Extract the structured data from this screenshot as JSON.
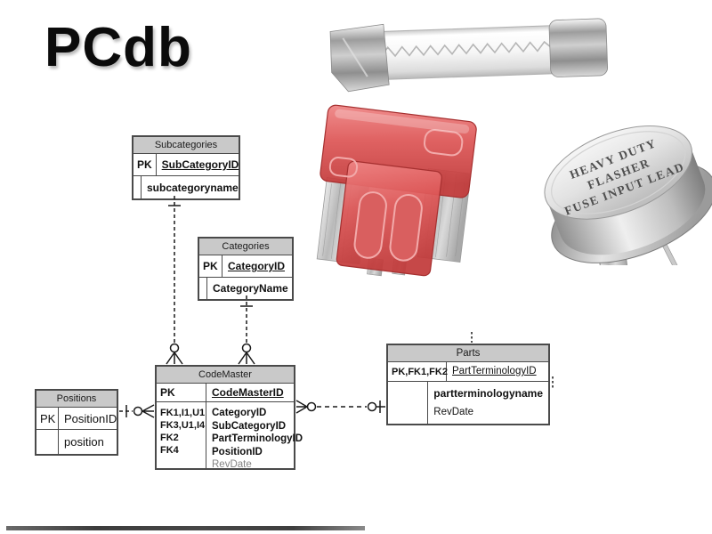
{
  "title": "PCdb",
  "diagram": {
    "subcategories": {
      "name": "Subcategories",
      "pk_label": "PK",
      "pk_field": "SubCategoryID",
      "field2": "subcategoryname"
    },
    "categories": {
      "name": "Categories",
      "pk_label": "PK",
      "pk_field": "CategoryID",
      "field2": "CategoryName"
    },
    "codemaster": {
      "name": "CodeMaster",
      "pk_label": "PK",
      "pk_field": "CodeMasterID",
      "keys": [
        "FK1,I1,U1",
        "FK3,U1,I4",
        "FK2",
        "FK4"
      ],
      "fields": [
        "CategoryID",
        "SubCategoryID",
        "PartTerminologyID",
        "PositionID"
      ],
      "muted_field": "RevDate"
    },
    "positions": {
      "name": "Positions",
      "pk_label": "PK",
      "pk_field": "PositionID",
      "field2": "position"
    },
    "parts": {
      "name": "Parts",
      "pk_label": "PK,FK1,FK2",
      "pk_field": "PartTerminologyID",
      "field2": "partterminologyname",
      "field3": "RevDate"
    }
  },
  "photos": {
    "glass_fuse": "glass-tube-fuse-photo",
    "blade_fuse": "red-mini-blade-fuse-photo",
    "flasher": "heavy-duty-flasher-photo",
    "flasher_text": [
      "HEAVY DUTY",
      "FLASHER",
      "FUSE INPUT LEAD"
    ]
  },
  "colors": {
    "table_header_bg": "#c9c9c9",
    "table_border": "#4a4a4a",
    "connector_line": "#1a1a1a",
    "fuse_red": "#d94848",
    "metal_silver": "#bdbdbd",
    "footer_bar": "#424242"
  }
}
